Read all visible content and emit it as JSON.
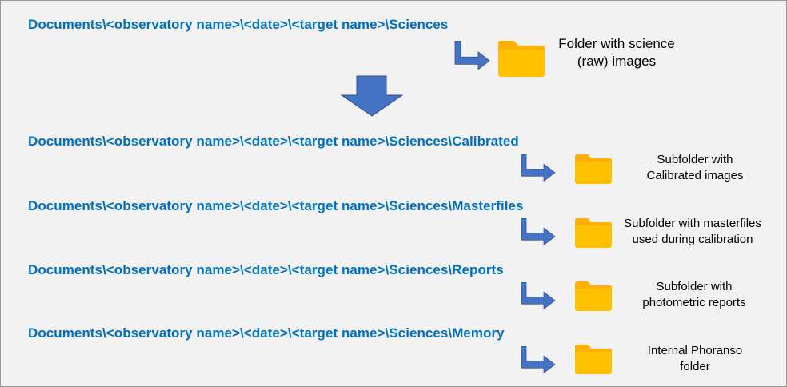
{
  "source": {
    "path": "Documents\\<observatory name>\\<date>\\<target name>\\Sciences",
    "description_lines": [
      "Folder with science",
      "(raw) images"
    ]
  },
  "subfolders": [
    {
      "path": "Documents\\<observatory name>\\<date>\\<target name>\\Sciences\\Calibrated",
      "description_lines": [
        "Subfolder with",
        "Calibrated images"
      ]
    },
    {
      "path": "Documents\\<observatory name>\\<date>\\<target name>\\Sciences\\Masterfiles",
      "description_lines": [
        "Subfolder with masterfiles",
        "used during calibration"
      ]
    },
    {
      "path": "Documents\\<observatory name>\\<date>\\<target name>\\Sciences\\Reports",
      "description_lines": [
        "Subfolder with",
        "photometric reports"
      ]
    },
    {
      "path": "Documents\\<observatory name>\\<date>\\<target name>\\Sciences\\Memory",
      "description_lines": [
        "Internal Phoranso",
        "folder"
      ]
    }
  ],
  "colors": {
    "path_text": "#0070c0",
    "arrow": "#4472c4",
    "folder_body": "#ffc000",
    "folder_tab": "#ffb000",
    "background": "#f2f2f2"
  }
}
